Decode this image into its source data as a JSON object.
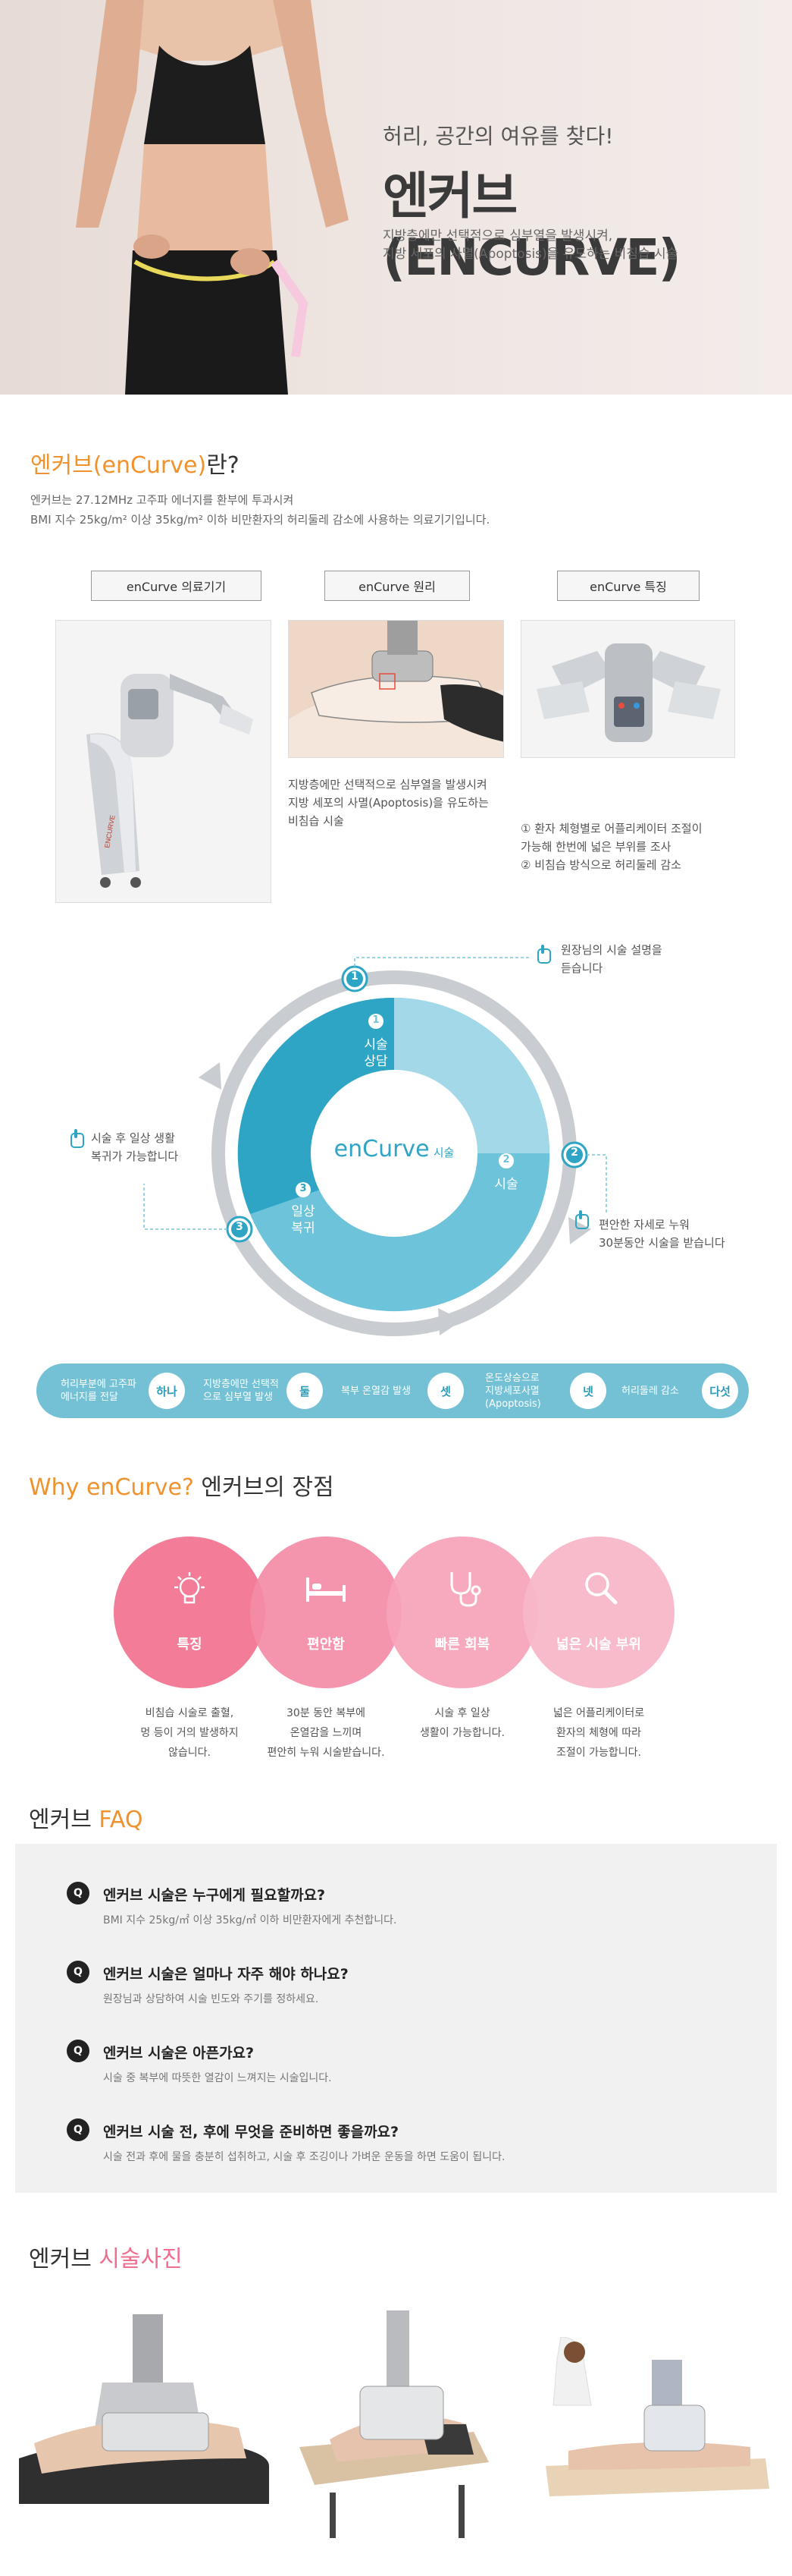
{
  "hero": {
    "subtitle": "허리, 공간의 여유를 찾다!",
    "title": "엔커브(ENCURVE)",
    "desc_line1": "지방층에만 선택적으로 심부열을 발생시켜,",
    "desc_line2": "지방 세포의 사멸(Apoptosis)을 유도하는 비침습 시술"
  },
  "about": {
    "title_accent": "엔커브(enCurve)",
    "title_rest": "란?",
    "line1": "엔커브는 27.12MHz 고주파 에너지를 환부에 투과시켜",
    "line2": "BMI 지수 25kg/m² 이상 35kg/m² 이하 비만환자의 허리둘레 감소에 사용하는 의료기기입니다.",
    "tabs": [
      "enCurve 의료기기",
      "enCurve 원리",
      "enCurve 특징"
    ],
    "principle_text": [
      "지방층에만 선택적으로 심부열을 발생시켜",
      "지방 세포의 사멸(Apoptosis)을 유도하는",
      "비침습 시술"
    ],
    "feature_text": [
      "① 환자 체형별로 어플리케이터 조절이",
      "가능해 한번에 넓은 부위를 조사",
      "② 비침습 방식으로 허리둘레 감소"
    ]
  },
  "cycle": {
    "center": "enCurve",
    "center_small": "시술",
    "seg1": {
      "num": "1",
      "l1": "시술",
      "l2": "상담"
    },
    "seg2": {
      "num": "2",
      "l1": "시술"
    },
    "seg3": {
      "num": "3",
      "l1": "일상",
      "l2": "복귀"
    },
    "note1": [
      "원장님의 시술 설명을",
      "듣습니다"
    ],
    "note2": [
      "편안한 자세로 누워",
      "30분동안 시술을 받습니다"
    ],
    "note3": [
      "시술 후 일상 생활",
      "복귀가 가능합니다"
    ]
  },
  "steps": [
    {
      "t": [
        "허리부분에 고주파",
        "에너지를 전달"
      ],
      "c": "하나"
    },
    {
      "t": [
        "지방층에만 선택적",
        "으로 심부열 발생"
      ],
      "c": "둘"
    },
    {
      "t": [
        "복부 온열감 발생"
      ],
      "c": "셋"
    },
    {
      "t": [
        "온도상승으로",
        "지방세포사멸",
        "(Apoptosis)"
      ],
      "c": "넷"
    },
    {
      "t": [
        "허리둘레 감소"
      ],
      "c": "다섯"
    }
  ],
  "advantages": {
    "title_accent": "Why enCurve?",
    "title_rest": " 엔커브의 장점",
    "items": [
      {
        "label": "특징",
        "desc": [
          "비침습 시술로 출혈,",
          "멍 등이 거의 발생하지",
          "않습니다."
        ],
        "color": "#f27594"
      },
      {
        "label": "편안함",
        "desc": [
          "30분 동안 복부에",
          "온열감을 느끼며",
          "편안히 누워 시술받습니다."
        ],
        "color": "#f48ca6"
      },
      {
        "label": "빠른 회복",
        "desc": [
          "시술 후 일상",
          "생활이 가능합니다."
        ],
        "color": "#f6a3b8"
      },
      {
        "label": "넓은 시술 부위",
        "desc": [
          "넓은 어플리케이터로",
          "환자의 체형에 따라",
          "조절이 가능합니다."
        ],
        "color": "#f8b7c8"
      }
    ]
  },
  "faq": {
    "title_plain": "엔커브 ",
    "title_accent": "FAQ",
    "items": [
      {
        "badge": "Q",
        "q": "엔커브 시술은 누구에게 필요할까요?",
        "a": "BMI 지수 25kg/㎡ 이상 35kg/㎡ 이하 비만환자에게 추천합니다."
      },
      {
        "badge": "Q",
        "q": "엔커브 시술은 얼마나 자주 해야 하나요?",
        "a": "원장님과 상담하여 시술 빈도와 주기를 정하세요."
      },
      {
        "badge": "Q",
        "q": "엔커브 시술은 아픈가요?",
        "a": "시술 중 복부에 따뜻한 열감이 느껴지는 시술입니다."
      },
      {
        "badge": "Q",
        "q": "엔커브 시술 전, 후에 무엇을 준비하면 좋을까요?",
        "a": "시술 전과 후에 물을 충분히 섭취하고, 시술 후 조깅이나 가벼운 운동을 하면 도움이 됩니다."
      }
    ]
  },
  "photos": {
    "title_plain": "엔커브 ",
    "title_accent": "시술사진"
  },
  "colors": {
    "accent_orange": "#f0922e",
    "accent_pink": "#ef6d8e",
    "cycle_blue": "#3fb2cf",
    "steps_bar": "#74c1d6"
  }
}
